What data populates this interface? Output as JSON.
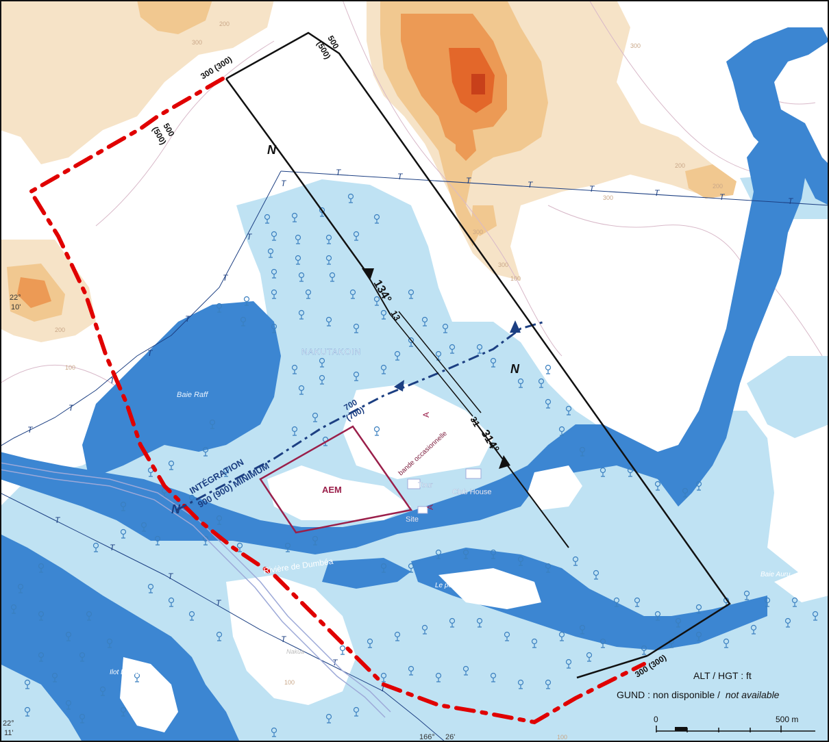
{
  "map": {
    "colors": {
      "land": "#ffffff",
      "relief_1": "#f6e3c7",
      "relief_2": "#f1c890",
      "relief_3": "#ec9a55",
      "relief_4": "#e3672a",
      "water_deep": "#3c86d2",
      "water_shallow": "#bfe2f3",
      "mangrove_symbol": "#3a7fbf",
      "circuit": "#111111",
      "zone_boundary": "#e00000",
      "integration": "#1c3f82",
      "aem_zone": "#9a1f4a",
      "rail_line": "#1c3f82"
    },
    "places": {
      "bay": "Baie Raff",
      "village": "NAKUTAKOIN",
      "river": "Rivière de Dumbéa",
      "bridge": "Le point Noir",
      "islet": "Ilot Le Tabo",
      "north_bay": "Baie Auru",
      "other": "Nakua",
      "tour": "Tour",
      "club": "Club House",
      "site": "Site"
    },
    "circuit": {
      "corner_nw_alt": "300 (300)",
      "corner_ne_alt": "500",
      "corner_ne_alt2": "(500)",
      "corner_sw_alt": "500",
      "corner_sw_alt2": "(500)",
      "corner_se_alt": "300 (300)",
      "hdg_down": "134°",
      "hdg_up": "314°",
      "rwy_13": "13",
      "rwy_31": "31",
      "arrival_label": "N",
      "arrival_label2": "N"
    },
    "integration": {
      "line1": "INTÉGRATION",
      "line2": "900 (900) MINIMUM",
      "alt": "700",
      "alt2": "(700)",
      "entry_label": "N"
    },
    "strip_label": "bande occasionnelle",
    "aem_label": "AEM",
    "zone_mark": "A",
    "rail_symbol": "T",
    "contour_labels": [
      "300",
      "200",
      "100"
    ],
    "lat_1": "22°",
    "lat_1b": "10'",
    "lat_2": "22°",
    "lat_2b": "11'",
    "lon_1": "166°",
    "lon_1b": "26'"
  },
  "legend": {
    "units": "ALT / HGT : ft",
    "gund_prefix": "GUND : non disponible /",
    "gund_italic": "not available",
    "scale_zero": "0",
    "scale_end": "500 m"
  }
}
